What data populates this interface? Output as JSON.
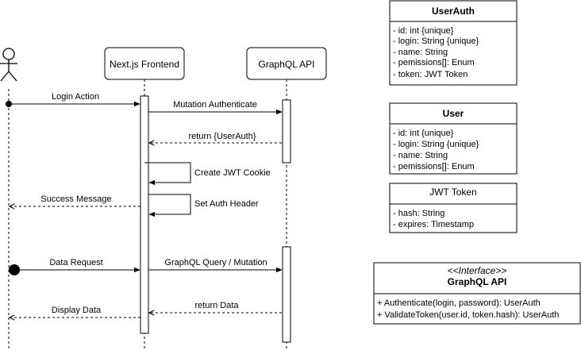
{
  "lifelines": {
    "frontend": "Next.js Frontend",
    "api": "GraphQL API"
  },
  "messages": {
    "login_action": "Login Action",
    "mutation_authenticate": "Mutation Authenticate",
    "return_userauth": "return {UserAuth}",
    "create_jwt_cookie": "Create JWT Cookie",
    "success_message": "Success Message",
    "set_auth_header": "Set Auth Header",
    "data_request": "Data Request",
    "graphql_query_mutation": "GraphQL Query / Mutation",
    "return_data": "return Data",
    "display_data": "Display Data"
  },
  "classes": {
    "userauth": {
      "title": "UserAuth",
      "fields": [
        "- id: int {unique}",
        "- login: String {unique}",
        "- name: String",
        "- pemissions[]: Enum",
        "- token: JWT Token"
      ]
    },
    "user": {
      "title": "User",
      "fields": [
        "- id: int {unique}",
        "- login: String {unique}",
        "- name: String",
        "- pemissions[]: Enum"
      ]
    },
    "jwt": {
      "title": "JWT Token",
      "fields": [
        "- hash: String",
        "- expires: Timestamp"
      ]
    },
    "graphql": {
      "stereotype": "<<Interface>>",
      "title": "GraphQL API",
      "methods": [
        "+ Authenticate(login, password): UserAuth",
        "+ ValidateToken(user.id, token.hash): UserAuth"
      ]
    }
  }
}
